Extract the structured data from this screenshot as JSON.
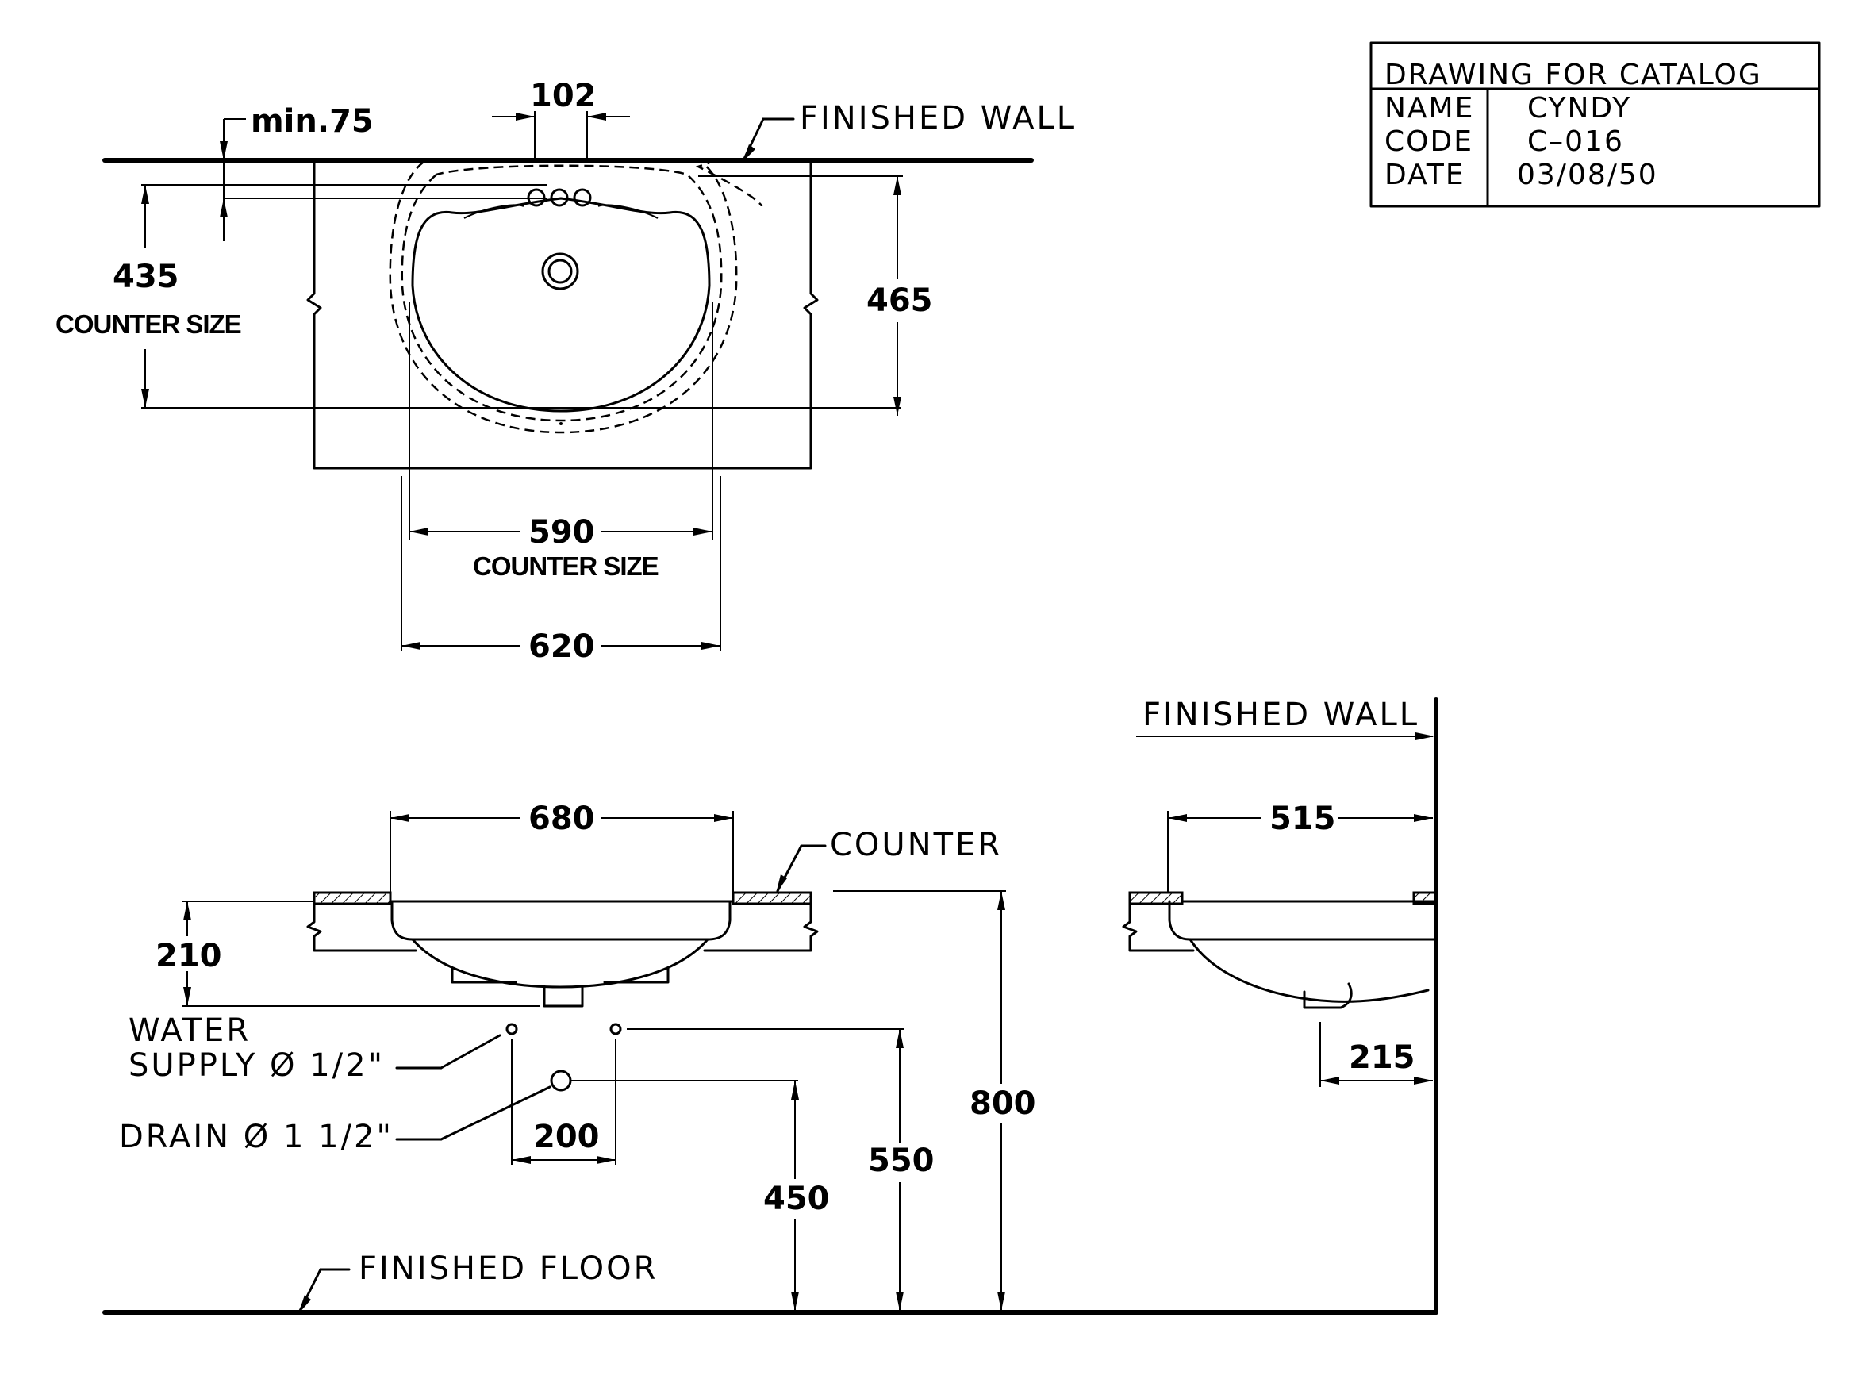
{
  "title_block": {
    "heading": "DRAWING  FOR  CATALOG",
    "name_label": "NAME",
    "name_value": "CYNDY",
    "code_label": "CODE",
    "code_value": "C–016",
    "date_label": "DATE",
    "date_value": "03/08/50"
  },
  "plan_view": {
    "wall_label": "FINISHED  WALL",
    "faucet_spacing": "102",
    "min_clearance": "min.75",
    "counter_depth": "435",
    "counter_depth_caption": "COUNTER SIZE",
    "basin_depth": "465",
    "counter_width": "590",
    "counter_width_caption": "COUNTER SIZE",
    "basin_width": "620"
  },
  "front_view": {
    "overall_width": "680",
    "counter_label": "COUNTER",
    "basin_height": "210",
    "water_supply_label_1": "WATER",
    "water_supply_label_2": "SUPPLY  Ø 1/2\"",
    "drain_label": "DRAIN  Ø 1  1/2\"",
    "supply_spacing": "200",
    "supply_height": "550",
    "drain_height": "450",
    "counter_height": "800",
    "floor_label": "FINISHED  FLOOR"
  },
  "side_view": {
    "wall_label": "FINISHED  WALL",
    "overall_depth": "515",
    "drain_offset": "215"
  }
}
